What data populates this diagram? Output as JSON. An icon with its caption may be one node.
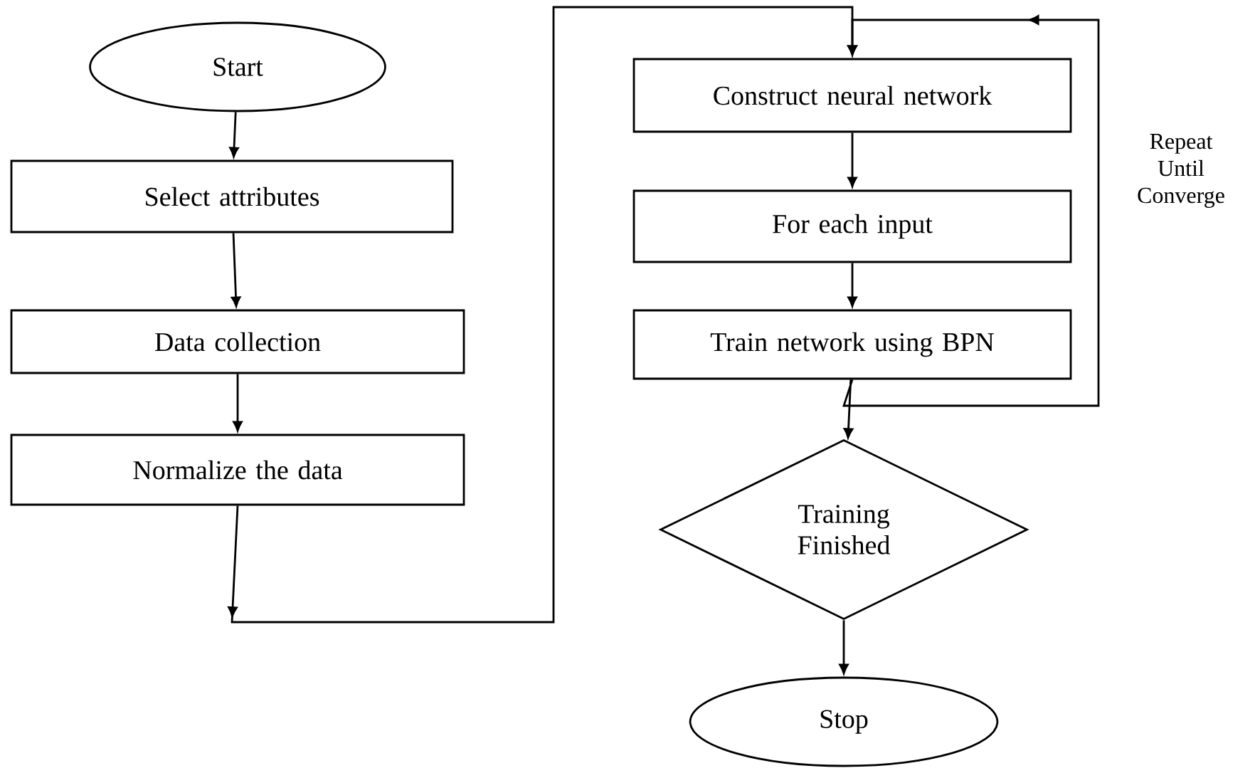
{
  "diagram": {
    "nodes": [
      {
        "text": [
          "Start"
        ]
      },
      {
        "text": [
          "Select attributes"
        ]
      },
      {
        "text": [
          "Data collection"
        ]
      },
      {
        "text": [
          "Normalize the data"
        ]
      },
      {
        "text": [
          "Construct neural network"
        ]
      },
      {
        "text": [
          "For each input"
        ]
      },
      {
        "text": [
          "Train network using BPN"
        ]
      },
      {
        "text": [
          "Training Finished"
        ]
      },
      {
        "text": [
          "Stop"
        ]
      }
    ],
    "edges": [
      {
        "from": 0,
        "to": 1,
        "arrow": "to"
      },
      {
        "from": 1,
        "to": 2,
        "arrow": "to"
      },
      {
        "from": 2,
        "to": 3,
        "arrow": "to"
      },
      {
        "from": 3,
        "to": 4,
        "arrow": "to"
      },
      {
        "from": 4,
        "to": 5,
        "arrow": "to"
      },
      {
        "from": 5,
        "to": 6,
        "arrow": "to"
      },
      {
        "from": 6,
        "to": 7,
        "arrow": "to"
      },
      {
        "from": 6,
        "to": 4,
        "arrow": "to",
        "label": "Repeat Until Converge"
      },
      {
        "from": 7,
        "to": 8,
        "arrow": "to"
      }
    ]
  }
}
